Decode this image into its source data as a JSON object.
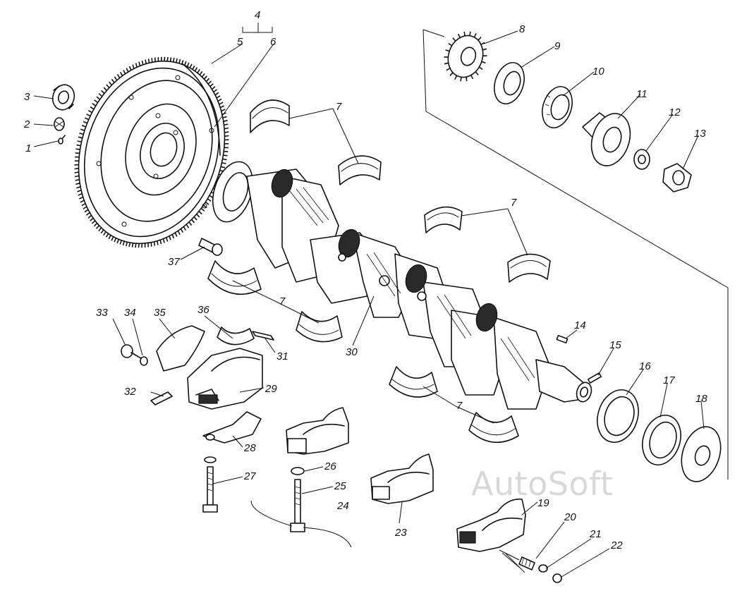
{
  "watermark": "AutoSoft",
  "callouts": {
    "c1": "1",
    "c2": "2",
    "c3": "3",
    "c4": "4",
    "c5": "5",
    "c6": "6",
    "c7a": "7",
    "c7b": "7",
    "c7c": "7",
    "c7d": "7",
    "c8": "8",
    "c9": "9",
    "c10": "10",
    "c11": "11",
    "c12": "12",
    "c13": "13",
    "c14": "14",
    "c15": "15",
    "c16": "16",
    "c17": "17",
    "c18": "18",
    "c19": "19",
    "c20": "20",
    "c21": "21",
    "c22": "22",
    "c23": "23",
    "c24": "24",
    "c25": "25",
    "c26": "26",
    "c27": "27",
    "c28": "28",
    "c29": "29",
    "c30": "30",
    "c31": "31",
    "c32": "32",
    "c33": "33",
    "c34": "34",
    "c35": "35",
    "c36": "36",
    "c37": "37"
  },
  "colors": {
    "ink": "#111111",
    "watermark": "#d8d8d8"
  }
}
